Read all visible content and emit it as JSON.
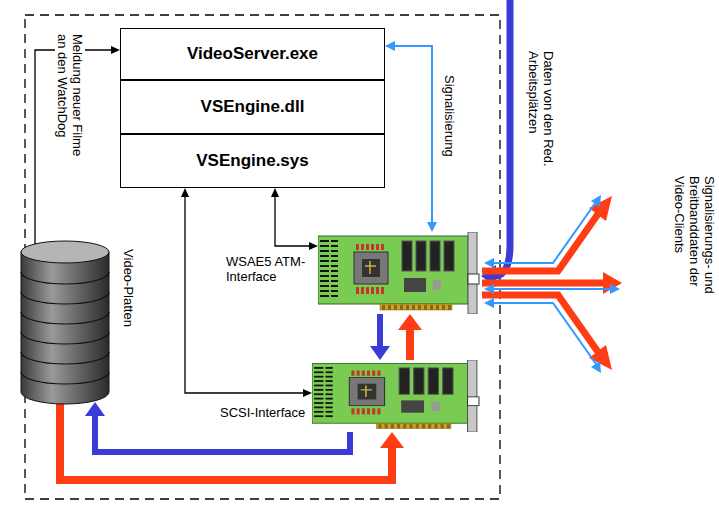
{
  "diagram": {
    "nodes": [
      {
        "text": [
          "VideoServer.exe"
        ]
      },
      {
        "text": [
          "VSEngine.dll"
        ]
      },
      {
        "text": [
          "VSEngine.sys"
        ]
      },
      {
        "text": [
          "WSAE5 ATM-Interface"
        ]
      },
      {
        "text": [
          "SCSI-Interface"
        ]
      },
      {
        "text": [
          "Video-Platten"
        ]
      }
    ],
    "edges": [
      {
        "from": 5,
        "to": 0,
        "arrow": "to",
        "label": "Meldung neuer Filme an den WatchDog"
      },
      {
        "from": 0,
        "to": 3,
        "arrow": "both",
        "label": "Signalisierung"
      },
      {
        "from": 2,
        "to": 3,
        "arrow": "both"
      },
      {
        "from": 2,
        "to": 4,
        "arrow": "both"
      },
      {
        "from": 3,
        "to": 4,
        "arrow": "to"
      },
      {
        "from": 4,
        "to": 3,
        "arrow": "to"
      },
      {
        "from": 4,
        "to": 5,
        "arrow": "to"
      },
      {
        "from": 5,
        "to": 4,
        "arrow": "to"
      }
    ],
    "labels": [
      "Daten von den Red. Arbeitsplätzen",
      "Signalisierungs- und Breitbanddaten der Video-Clients"
    ]
  }
}
